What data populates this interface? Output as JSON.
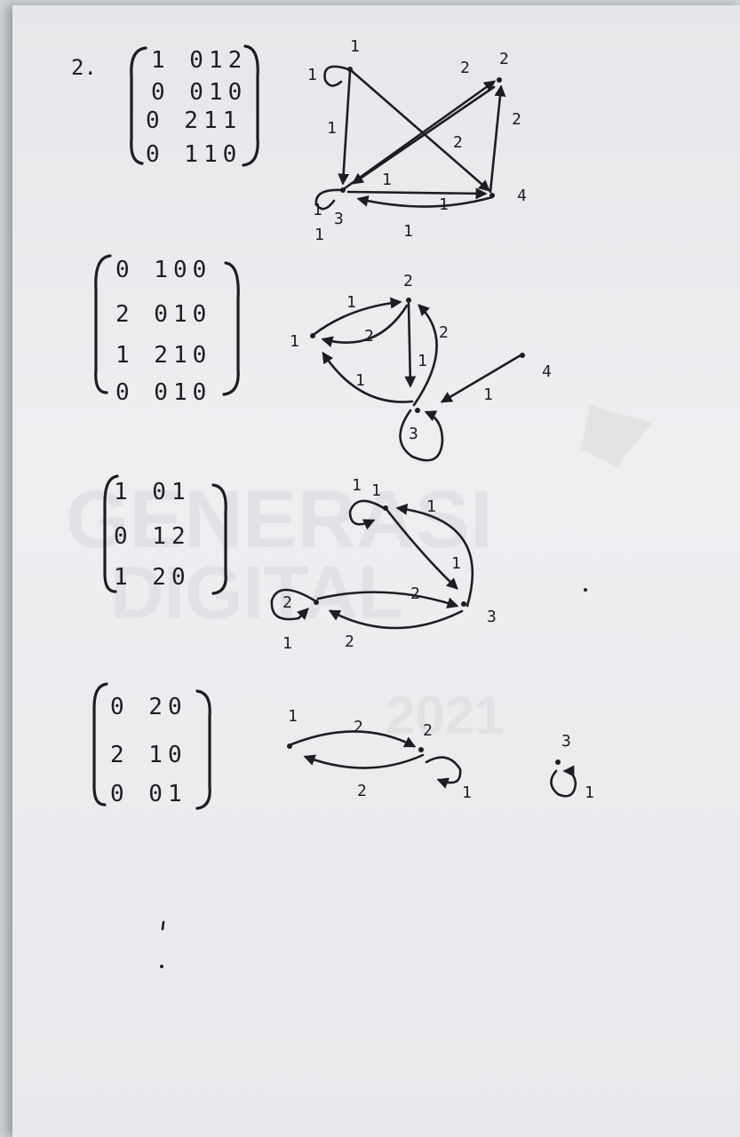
{
  "problem": {
    "number": "2."
  },
  "matrices": [
    {
      "rows": [
        "1 012",
        "0 010",
        "0 211",
        "0 110"
      ]
    },
    {
      "rows": [
        "0 100",
        "2 010",
        "1 210",
        "0 010"
      ]
    },
    {
      "rows": [
        "1 01",
        "0 12",
        "1 20"
      ]
    },
    {
      "rows": [
        "0 20",
        "2 10",
        "0 01"
      ]
    }
  ],
  "graphs": [
    {
      "node_labels": [
        "1",
        "2",
        "3",
        "4"
      ],
      "edge_labels": [
        "1",
        "1",
        "2",
        "2",
        "2",
        "1",
        "1",
        "1",
        "1",
        "1"
      ]
    },
    {
      "node_labels": [
        "1",
        "2",
        "3",
        "4"
      ],
      "edge_labels": [
        "1",
        "2",
        "2",
        "1",
        "1",
        "1"
      ]
    },
    {
      "node_labels": [
        "1",
        "2",
        "3"
      ],
      "edge_labels": [
        "1",
        "1",
        "1",
        "2",
        "2",
        "1"
      ]
    },
    {
      "node_labels": [
        "1",
        "2",
        "3"
      ],
      "edge_labels": [
        "2",
        "2",
        "1",
        "1"
      ]
    }
  ],
  "watermark": {
    "lines": [
      "GENERASI",
      "DIGITAL",
      "2021"
    ]
  }
}
